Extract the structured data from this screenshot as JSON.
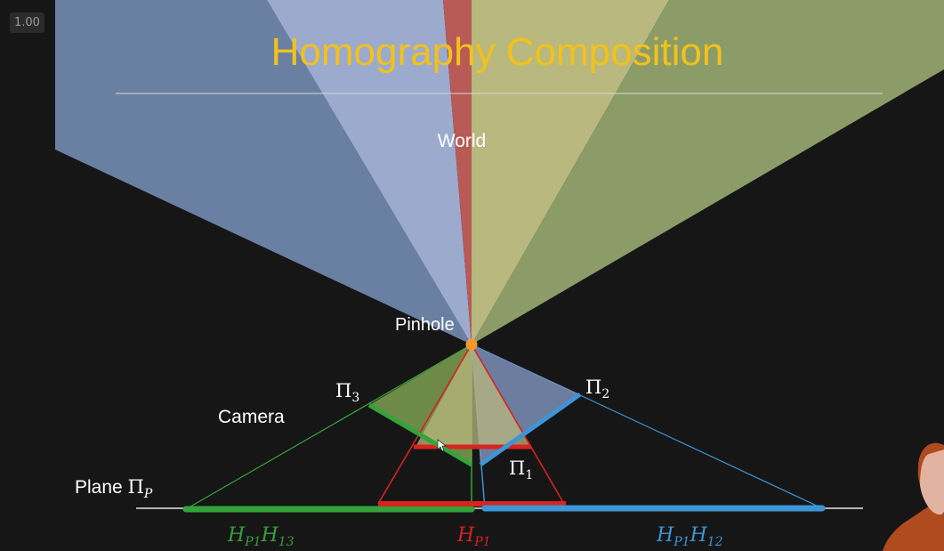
{
  "player": {
    "speed_label": "1.00"
  },
  "slide": {
    "title": "Homography Composition",
    "labels": {
      "world": "World",
      "pinhole": "Pinhole",
      "camera": "Camera",
      "plane_prefix": "Plane ",
      "plane_symbol": "Π",
      "plane_sub": "P",
      "pi3_symbol": "Π",
      "pi3_sub": "3",
      "pi2_symbol": "Π",
      "pi2_sub": "2",
      "pi1_symbol": "Π",
      "pi1_sub": "1"
    },
    "formulas": {
      "green": {
        "a": "H",
        "a_sub": "P1",
        "b": "H",
        "b_sub": "13"
      },
      "red": {
        "a": "H",
        "a_sub": "P1"
      },
      "blue": {
        "a": "H",
        "a_sub": "P1",
        "b": "H",
        "b_sub": "12"
      }
    },
    "colors": {
      "title": "#f2c21a",
      "world_blue": "#9fb3d9",
      "world_olive": "#bfc07f",
      "world_green": "#8ea06a",
      "ray_red": "#b85a55",
      "green": "#33a33a",
      "red": "#d8231e",
      "blue": "#3d95d6",
      "pinhole": "#f39a2b"
    }
  }
}
